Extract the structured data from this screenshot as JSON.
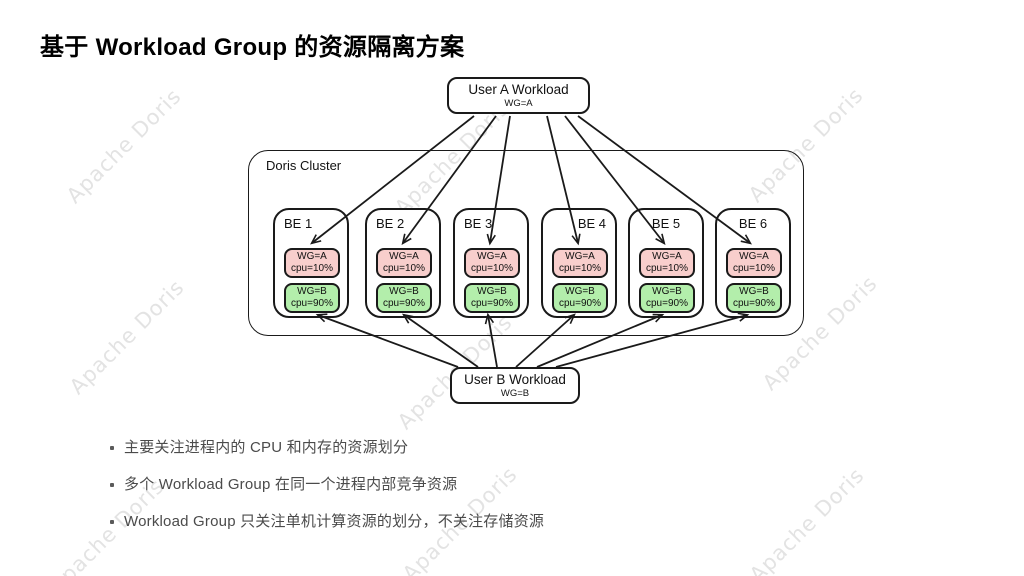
{
  "title": "基于 Workload Group 的资源隔离方案",
  "watermark": {
    "text": "Apache Doris",
    "color": "#e3e3e3"
  },
  "diagram": {
    "cluster_label": "Doris Cluster",
    "user_a": {
      "label": "User A Workload",
      "sub": "WG=A"
    },
    "user_b": {
      "label": "User B Workload",
      "sub": "WG=B"
    },
    "nodes": [
      {
        "label": "BE 1",
        "wg_a": {
          "l1": "WG=A",
          "l2": "cpu=10%"
        },
        "wg_b": {
          "l1": "WG=B",
          "l2": "cpu=90%"
        }
      },
      {
        "label": "BE 2",
        "wg_a": {
          "l1": "WG=A",
          "l2": "cpu=10%"
        },
        "wg_b": {
          "l1": "WG=B",
          "l2": "cpu=90%"
        }
      },
      {
        "label": "BE 3",
        "wg_a": {
          "l1": "WG=A",
          "l2": "cpu=10%"
        },
        "wg_b": {
          "l1": "WG=B",
          "l2": "cpu=90%"
        }
      },
      {
        "label": "BE 4",
        "wg_a": {
          "l1": "WG=A",
          "l2": "cpu=10%"
        },
        "wg_b": {
          "l1": "WG=B",
          "l2": "cpu=90%"
        }
      },
      {
        "label": "BE 5",
        "wg_a": {
          "l1": "WG=A",
          "l2": "cpu=10%"
        },
        "wg_b": {
          "l1": "WG=B",
          "l2": "cpu=90%"
        }
      },
      {
        "label": "BE 6",
        "wg_a": {
          "l1": "WG=A",
          "l2": "cpu=10%"
        },
        "wg_b": {
          "l1": "WG=B",
          "l2": "cpu=90%"
        }
      }
    ],
    "colors": {
      "wg_a_fill": "#f8cecc",
      "wg_b_fill": "#b3eeab",
      "stroke": "#1a1a1a"
    }
  },
  "bullets": [
    "主要关注进程内的 CPU 和内存的资源划分",
    "多个 Workload Group 在同一个进程内部竞争资源",
    "Workload Group 只关注单机计算资源的划分，不关注存储资源"
  ]
}
